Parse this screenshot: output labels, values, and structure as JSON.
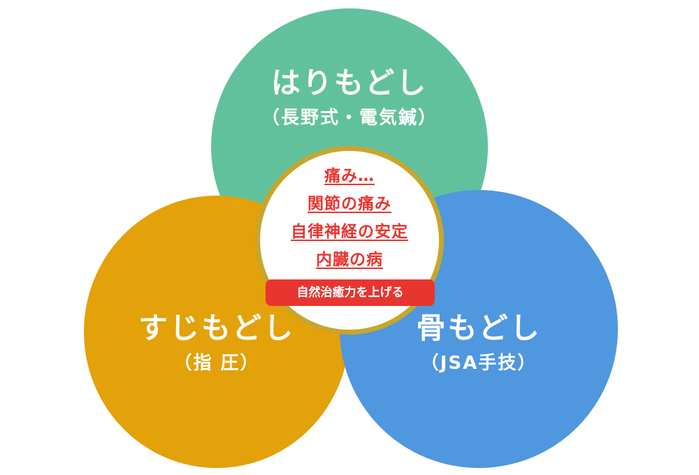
{
  "colors": {
    "top_circle": "#62c19d",
    "left_circle": "#e3a10a",
    "right_circle": "#4f97de",
    "center_ring": "#c7a62c",
    "accent_red": "#e8352f",
    "text_on_circle": "#ffffff"
  },
  "circles": [
    {
      "id": "top",
      "title": "はりもどし",
      "subtitle": "（長野式・電気鍼）",
      "color": "#62c19d"
    },
    {
      "id": "left",
      "title": "すじもどし",
      "subtitle": "（指 圧）",
      "color": "#e3a10a"
    },
    {
      "id": "right",
      "title": "骨もどし",
      "subtitle": "（JSA手技）",
      "color": "#4f97de"
    }
  ],
  "center": {
    "lines": [
      "痛み…",
      "関節の痛み",
      "自律神経の安定",
      "内臓の病"
    ],
    "badge": "自然治癒力を上げる"
  }
}
